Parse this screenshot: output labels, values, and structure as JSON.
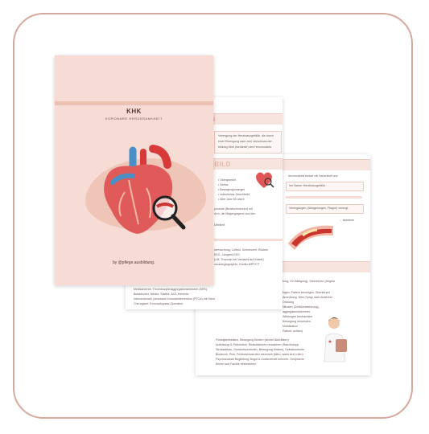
{
  "cover": {
    "title": "KHK",
    "subtitle": "KORONARE HERZKRANKHEIT",
    "footer": "by @pflege.ausbildung."
  },
  "mid_page": {
    "heading_1": "ON",
    "heading_2": "TSBILD",
    "lines_top": [
      "Verengung der Herzkranzgefäße, die durch",
      "einer Einengung oder zum Verschluss der",
      "bildung führt (Ischämie) des Herzmuskels"
    ],
    "risk_list": [
      "Übergewicht",
      "Stress",
      "Bewegungsmangel",
      "männliches Geschlecht",
      "Alter über 65 Jahre"
    ],
    "lines_symptoms": [
      "pectoris (Brustschmerzen) mit",
      "Arm, die Magengegend und den"
    ],
    "line_misc": "Übelkeit",
    "lines_diagnosis": [
      "ntersuchung, Luftnot, Schmerzen, Rücken",
      "EKG, Langzeit-EKG",
      "(z.B. Troponin bei Verdacht auf Infarkt)",
      "ronarangiographie, Kardio-MRT/CT"
    ],
    "lines_therapy": [
      "aktivitäten, Bewegung, gesunde Ernährung,",
      "Stressabbau",
      "Medikamente: Thrombozytenaggregationshemmer (ASS),",
      "Betablocker, Nitrate, Statine, ACE-Hemmer",
      "Interventionell: perkutane Koronarintervention (PTCA) mit Stent",
      "Chirurgisch: Koronarbypass-Operation"
    ]
  },
  "back_page": {
    "heading": "GE",
    "lines_top": [
      "herzmuskels bedarf mit Sauerstoff und",
      "her Name: Herzkranzgefäße"
    ],
    "line_ischemia": "Verengungen (Ablagerungen, Plaque) verengt",
    "line_arrow": "→ Ischämie",
    "lines_care": [
      "tung, O2-Sättigung), Schmerzen (Angina",
      "Ngen: Patient beruhigen, Oberkörper",
      "Anordnung, Nitro-Spray nach ärztlicher",
      "Ordnung",
      "Nitraten (Gefäßerweiterung),",
      "aggregationshemmer,",
      "Wirkungen beobachten",
      "Bewegung vermeiden,",
      "Mobilisation",
      "Patient, achten)"
    ],
    "lines_bottom": [
      "Flüssigkeitsbilanz, Bewegung fördern (leichte Aktivitäten)",
      "Aufklärung & Prävention: Risikofaktoren reduzieren (Rauchstopp,",
      "Stressabbau, Gewichtskontrolle), Bewegung fördern), Selbstkontrolle",
      "Blutdruck, Puls, Frühbeschwerden erkennen (Nitro, wann Arzt rufen)",
      "Psychosoziale Begleitung: Angst & Unsicherheit nehmen, Gespräche",
      "führen und Familie einbeziehen"
    ]
  },
  "colors": {
    "frame": "#d8a79d",
    "cover_bg": "#f6dcd5",
    "accent": "#e9a18d",
    "heart_red": "#d83a3a",
    "vessel_blue": "#4a8fc6"
  },
  "icons": [
    "heart-illustration",
    "magnifier-icon",
    "vessel-illustration",
    "nurse-illustration"
  ]
}
